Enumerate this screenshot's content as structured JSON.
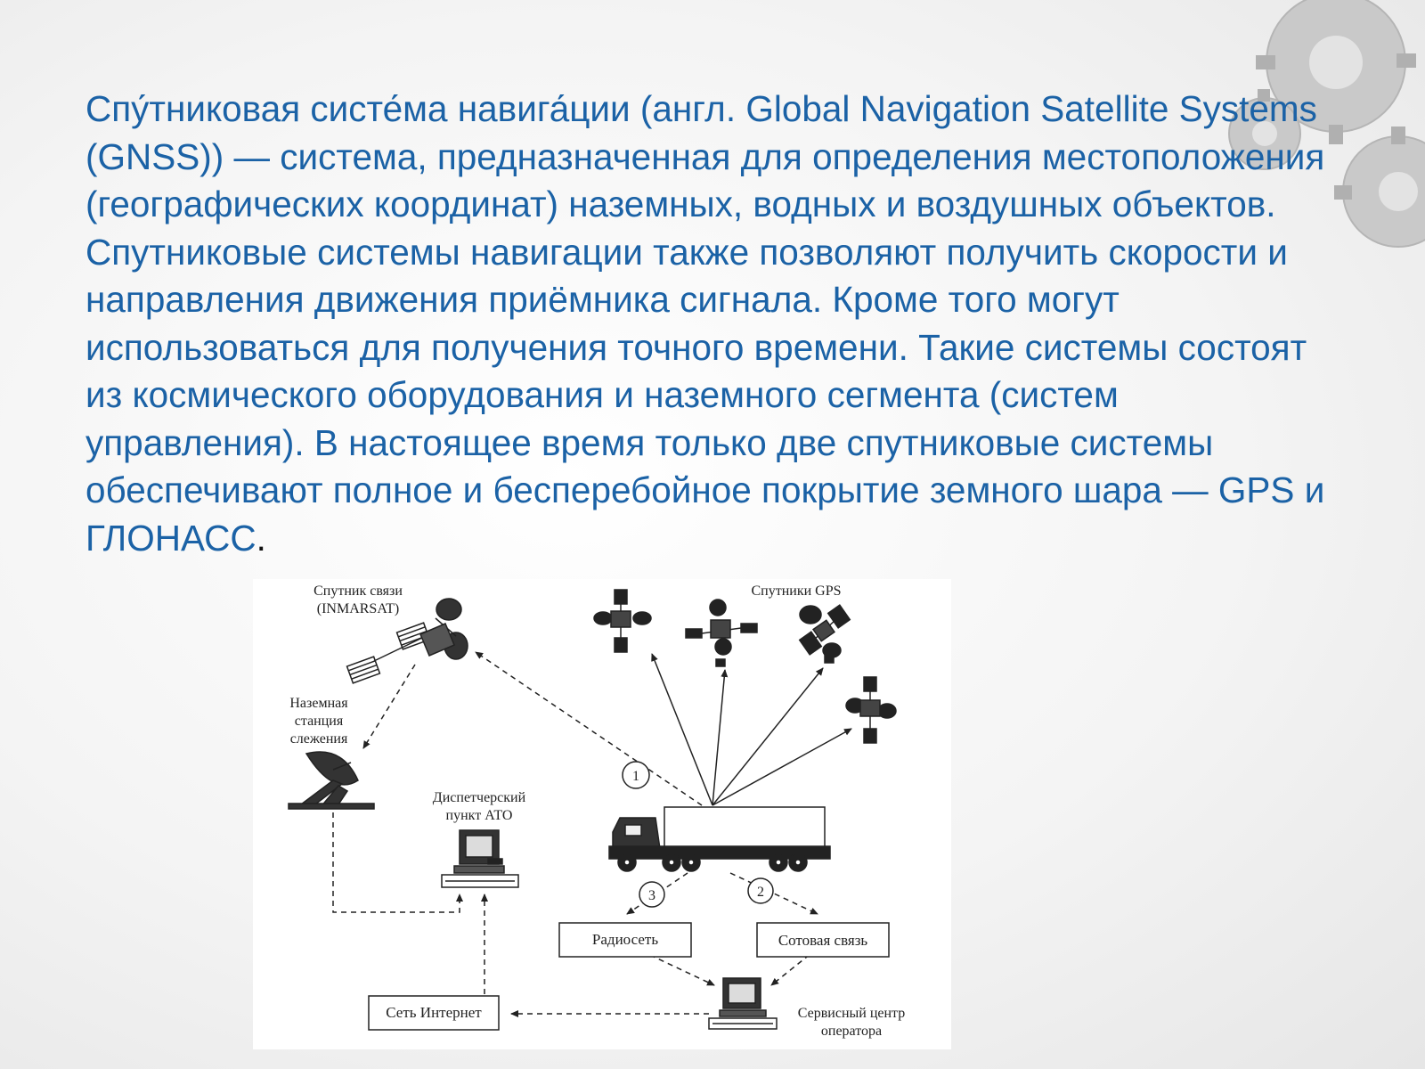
{
  "slide": {
    "paragraph": "Спу́тниковая систе́ма навига́ции (англ. Global Navigation Satellite Systems (GNSS)) — система, предназначенная для определения местоположения (географических координат) наземных, водных и воздушных объектов. Спутниковые системы навигации также позволяют получить скорости и направления движения приёмника сигнала. Кроме того могут использоваться для получения точного времени. Такие системы состоят из космического оборудования и наземного сегмента (систем управления). В настоящее время только две спутниковые системы обеспечивают полное и бесперебойное покрытие земного шара — GPS и ГЛОНАСС",
    "paragraph_end": ".",
    "text_color": "#1b62a6"
  },
  "diagram": {
    "inmarsat_line1": "Спутник связи",
    "inmarsat_line2": "(INMARSAT)",
    "gps_label": "Спутники GPS",
    "ground_line1": "Наземная",
    "ground_line2": "станция",
    "ground_line3": "слежения",
    "dispatch_line1": "Диспетчерский",
    "dispatch_line2": "пункт АТО",
    "radio_box": "Радиосеть",
    "cellular_box": "Сотовая связь",
    "internet_box": "Сеть Интернет",
    "service_line1": "Сервисный центр",
    "service_line2": "оператора",
    "marker_1": "1",
    "marker_2": "2",
    "marker_3": "3"
  }
}
